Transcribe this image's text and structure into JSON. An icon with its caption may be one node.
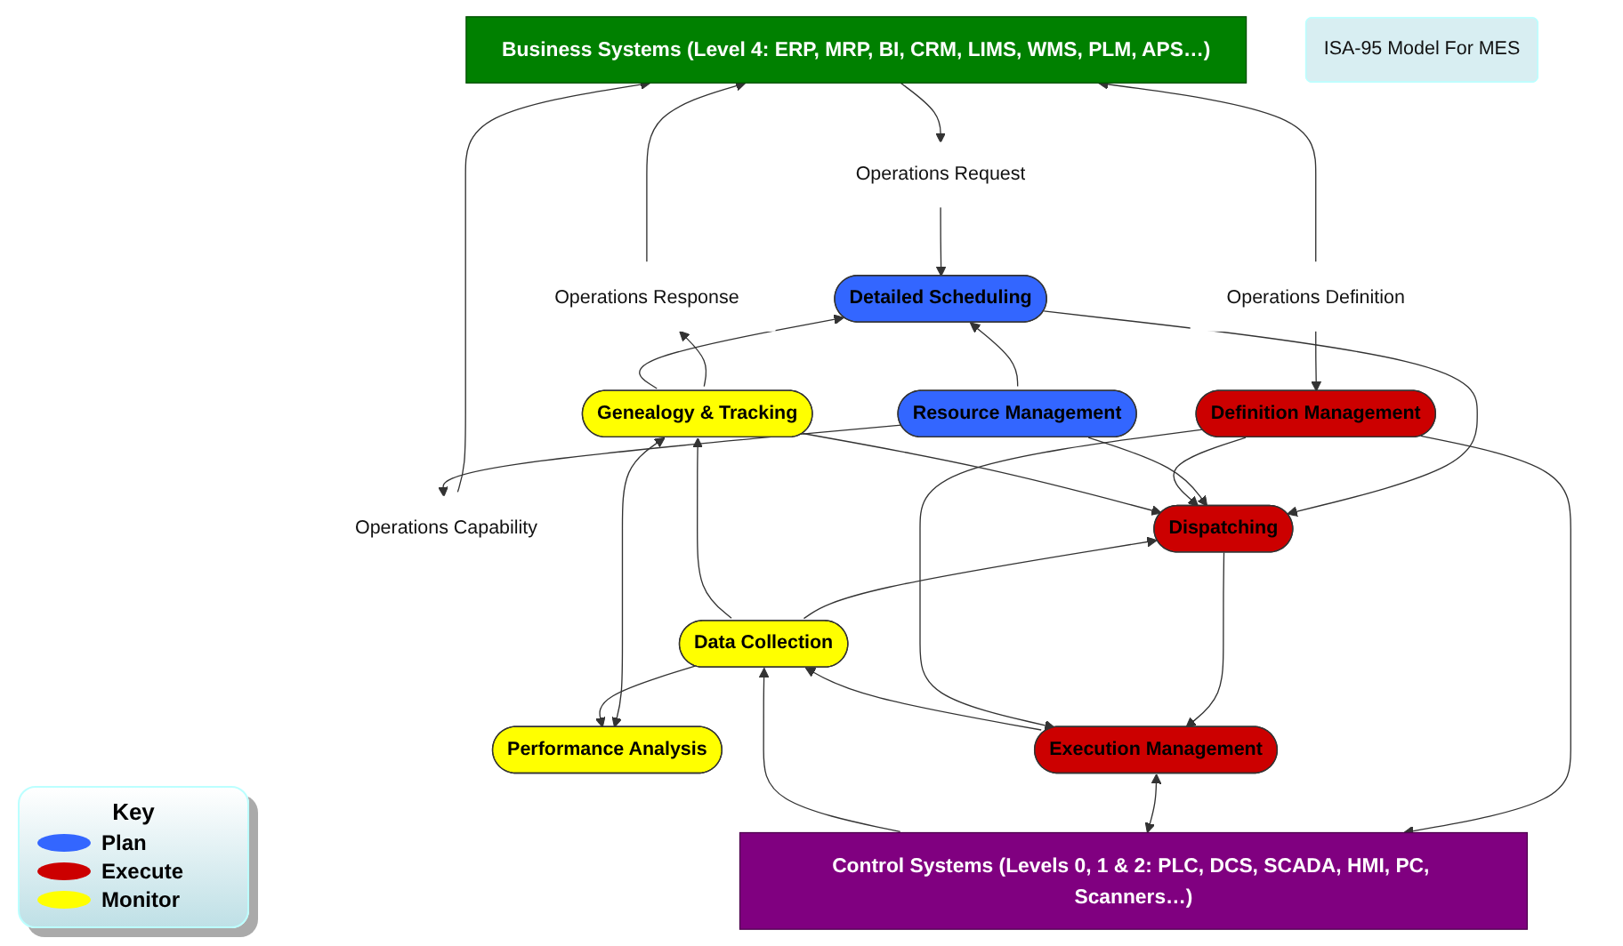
{
  "diagram": {
    "nodes": [
      {
        "text": [
          "Business Systems (Level 4: ERP, MRP, BI, CRM, LIMS, WMS, PLM, APS…)"
        ]
      },
      {
        "text": [
          "Operations Definition"
        ]
      },
      {
        "text": [
          "Operations Capability"
        ]
      },
      {
        "text": [
          "Operations Request"
        ]
      },
      {
        "text": [
          "Operations Response"
        ]
      },
      {
        "text": [
          "ISA-95 Model For MES"
        ]
      },
      {
        "text": [
          "Detailed Scheduling"
        ]
      },
      {
        "text": [
          "Resource Management"
        ]
      },
      {
        "text": [
          "Genealogy & Tracking"
        ]
      },
      {
        "text": [
          "Dispatching"
        ]
      },
      {
        "text": [
          "Performance Analysis"
        ]
      },
      {
        "text": [
          "Definition Management"
        ]
      },
      {
        "text": [
          "Data Collection"
        ]
      },
      {
        "text": [
          "Execution Management"
        ]
      },
      {
        "text": [
          "Control Systems (Levels 0, 1 & 2: PLC, DCS, SCADA, HMI, PC, Scanners…)"
        ]
      }
    ],
    "edges": [
      {
        "from": 1,
        "to": 0,
        "arrow": "to"
      },
      {
        "from": 2,
        "to": 0,
        "arrow": "to"
      },
      {
        "from": 0,
        "to": 3,
        "arrow": "to"
      },
      {
        "from": 4,
        "to": 0,
        "arrow": "to"
      },
      {
        "from": 3,
        "to": 6,
        "arrow": "to"
      },
      {
        "from": 1,
        "to": 11,
        "arrow": "to"
      },
      {
        "from": 7,
        "to": 2,
        "arrow": "to"
      },
      {
        "from": 7,
        "to": 6,
        "arrow": "to"
      },
      {
        "from": 8,
        "to": 4,
        "arrow": "to"
      },
      {
        "from": 8,
        "to": 6,
        "arrow": "to"
      },
      {
        "from": 8,
        "to": 10,
        "arrow": "both"
      },
      {
        "from": 6,
        "to": 9,
        "arrow": "to"
      },
      {
        "from": 7,
        "to": 9,
        "arrow": "to"
      },
      {
        "from": 11,
        "to": 9,
        "arrow": "to"
      },
      {
        "from": 8,
        "to": 9,
        "arrow": "to"
      },
      {
        "from": 12,
        "to": 9,
        "arrow": "to"
      },
      {
        "from": 12,
        "to": 8,
        "arrow": "to"
      },
      {
        "from": 12,
        "to": 10,
        "arrow": "to"
      },
      {
        "from": 9,
        "to": 13,
        "arrow": "to"
      },
      {
        "from": 11,
        "to": 13,
        "arrow": "to"
      },
      {
        "from": 13,
        "to": 12,
        "arrow": "to"
      },
      {
        "from": 11,
        "to": 14,
        "arrow": "to"
      },
      {
        "from": 13,
        "to": 14,
        "arrow": "both"
      },
      {
        "from": 14,
        "to": 12,
        "arrow": "to"
      }
    ],
    "labels": [
      "Key"
    ],
    "legend": [
      {
        "text": "Plan",
        "color": "#3366ff"
      },
      {
        "text": "Execute",
        "color": "#cc0000"
      },
      {
        "text": "Monitor",
        "color": "#ffff00"
      }
    ]
  }
}
